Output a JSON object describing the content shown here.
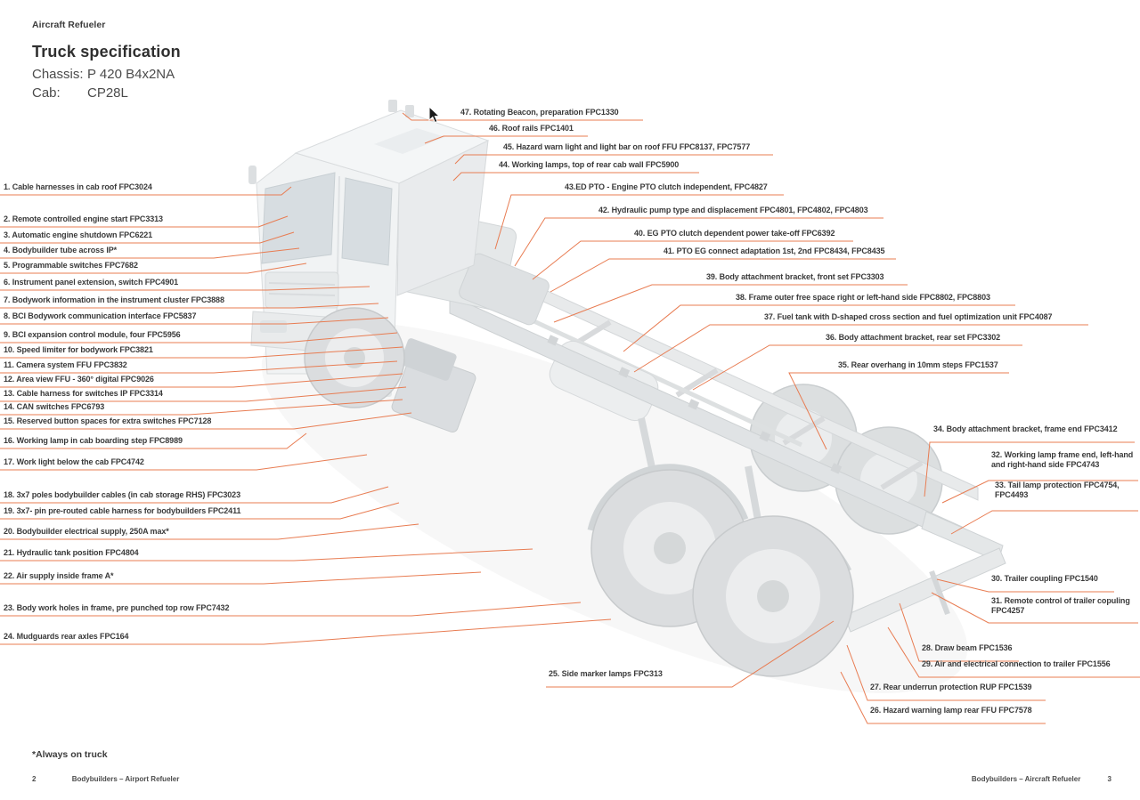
{
  "page": {
    "eyebrow": "Aircraft Refueler",
    "title": "Truck specification",
    "spec_rows": [
      {
        "label": "Chassis:",
        "value": "P 420 B4x2NA"
      },
      {
        "label": "Cab:",
        "value": "CP28L"
      }
    ],
    "footnote": "*Always on truck",
    "footer_left": {
      "page_number": "2",
      "text": "Bodybuilders – Airport Refueler"
    },
    "footer_right": {
      "text": "Bodybuilders – Aircraft Refueler",
      "page_number": "3"
    }
  },
  "colors": {
    "accent": "#E87C52",
    "text": "#3A3A3A"
  },
  "illustration": {
    "name": "truck-chassis-three-quarter-view"
  },
  "callouts": [
    {
      "id": 1,
      "text": "1. Cable harnesses in cab roof FPC3024"
    },
    {
      "id": 2,
      "text": "2. Remote controlled engine start FPC3313"
    },
    {
      "id": 3,
      "text": "3. Automatic engine shutdown FPC6221"
    },
    {
      "id": 4,
      "text": "4. Bodybuilder tube across IP*"
    },
    {
      "id": 5,
      "text": "5. Programmable switches FPC7682"
    },
    {
      "id": 6,
      "text": "6. Instrument panel extension, switch FPC4901"
    },
    {
      "id": 7,
      "text": "7. Bodywork information in the instrument cluster FPC3888"
    },
    {
      "id": 8,
      "text": "8. BCI Bodywork communication interface FPC5837"
    },
    {
      "id": 9,
      "text": "9. BCI expansion control module, four FPC5956"
    },
    {
      "id": 10,
      "text": "10. Speed limiter for bodywork FPC3821"
    },
    {
      "id": 11,
      "text": "11. Camera system FFU FPC3832"
    },
    {
      "id": 12,
      "text": "12. Area view FFU - 360° digital FPC9026"
    },
    {
      "id": 13,
      "text": "13. Cable harness for switches IP FPC3314"
    },
    {
      "id": 14,
      "text": "14. CAN switches FPC6793"
    },
    {
      "id": 15,
      "text": "15. Reserved button spaces for extra switches FPC7128"
    },
    {
      "id": 16,
      "text": "16. Working lamp in cab boarding step FPC8989"
    },
    {
      "id": 17,
      "text": "17. Work light below the cab FPC4742"
    },
    {
      "id": 18,
      "text": "18. 3x7 poles bodybuilder cables (in cab storage RHS)  FPC3023"
    },
    {
      "id": 19,
      "text": "19. 3x7- pin pre-routed cable harness for bodybuilders FPC2411"
    },
    {
      "id": 20,
      "text": "20. Bodybuilder electrical supply, 250A max*"
    },
    {
      "id": 21,
      "text": "21. Hydraulic tank position FPC4804"
    },
    {
      "id": 22,
      "text": "22. Air supply inside frame A*"
    },
    {
      "id": 23,
      "text": "23. Body work holes in frame, pre punched top row FPC7432"
    },
    {
      "id": 24,
      "text": "24. Mudguards rear axles FPC164"
    },
    {
      "id": 25,
      "text": "25. Side marker lamps FPC313"
    },
    {
      "id": 26,
      "text": "26. Hazard warning lamp rear FFU FPC7578"
    },
    {
      "id": 27,
      "text": "27. Rear underrun protection RUP FPC1539"
    },
    {
      "id": 28,
      "text": "28. Draw beam FPC1536"
    },
    {
      "id": 29,
      "text": "29. Air and electrical connection to trailer FPC1556"
    },
    {
      "id": 30,
      "text": "30. Trailer coupling FPC1540"
    },
    {
      "id": 31,
      "text": "31. Remote control of trailer copuling FPC4257"
    },
    {
      "id": 32,
      "text": "32. Working lamp frame end, left-hand and right-hand side FPC4743"
    },
    {
      "id": 33,
      "text": "33. Tail lamp protection FPC4754, FPC4493"
    },
    {
      "id": 34,
      "text": "34. Body attachment bracket, frame end FPC3412"
    },
    {
      "id": 35,
      "text": "35. Rear overhang in 10mm steps FPC1537"
    },
    {
      "id": 36,
      "text": "36. Body attachment bracket, rear set FPC3302"
    },
    {
      "id": 37,
      "text": "37. Fuel tank with D-shaped cross section and fuel optimization unit FPC4087"
    },
    {
      "id": 38,
      "text": "38. Frame outer free space right or left-hand side FPC8802, FPC8803"
    },
    {
      "id": 39,
      "text": "39. Body attachment bracket, front set FPC3303"
    },
    {
      "id": 40,
      "text": "40. EG PTO clutch dependent power take-off FPC6392"
    },
    {
      "id": 41,
      "text": "41. PTO EG connect adaptation 1st, 2nd FPC8434, FPC8435"
    },
    {
      "id": 42,
      "text": "42. Hydraulic pump type and displacement FPC4801, FPC4802, FPC4803"
    },
    {
      "id": 43,
      "text": "43.ED PTO - Engine PTO clutch independent, FPC4827"
    },
    {
      "id": 44,
      "text": "44. Working lamps, top of rear cab wall FPC5900"
    },
    {
      "id": 45,
      "text": "45. Hazard warn light and light bar on roof FFU FPC8137, FPC7577"
    },
    {
      "id": 46,
      "text": "46. Roof rails FPC1401"
    },
    {
      "id": 47,
      "text": "47. Rotating Beacon, preparation FPC1330"
    }
  ]
}
